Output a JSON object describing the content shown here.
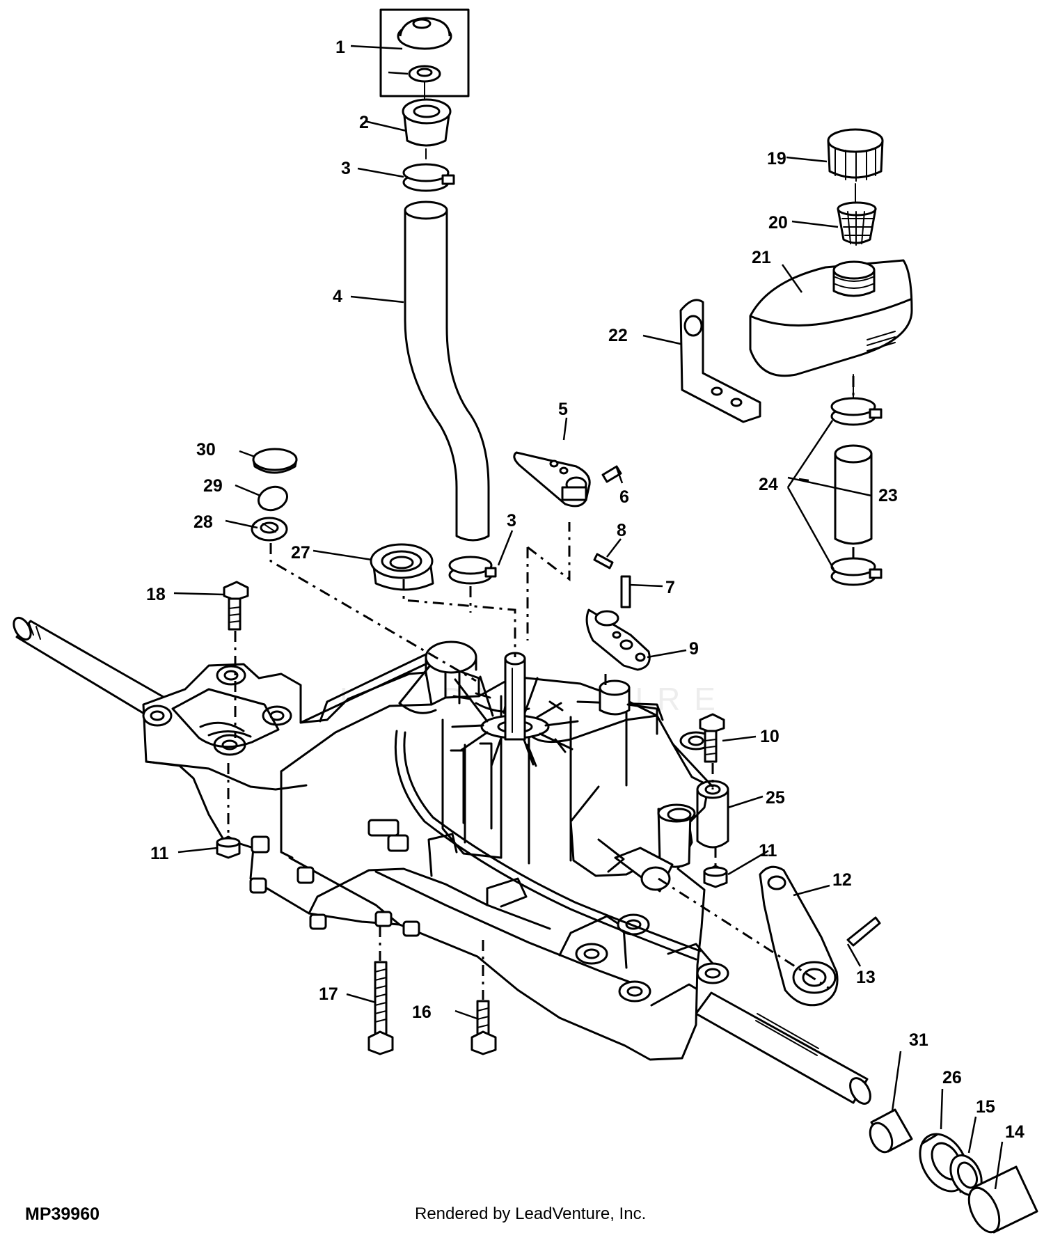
{
  "diagram": {
    "figure_code": "MP39960",
    "credit": "Rendered by LeadVenture, Inc.",
    "watermark": "LEADVENTURE",
    "callouts": {
      "c1": "1",
      "c2": "2",
      "c3a": "3",
      "c3b": "3",
      "c4": "4",
      "c5": "5",
      "c6": "6",
      "c7": "7",
      "c8": "8",
      "c9": "9",
      "c10": "10",
      "c11a": "11",
      "c11b": "11",
      "c12": "12",
      "c13": "13",
      "c14": "14",
      "c15": "15",
      "c16": "16",
      "c17": "17",
      "c18": "18",
      "c19": "19",
      "c20": "20",
      "c21": "21",
      "c22": "22",
      "c23": "23",
      "c24": "24",
      "c25": "25",
      "c26": "26",
      "c27": "27",
      "c28": "28",
      "c29": "29",
      "c30": "30",
      "c31": "31"
    }
  }
}
